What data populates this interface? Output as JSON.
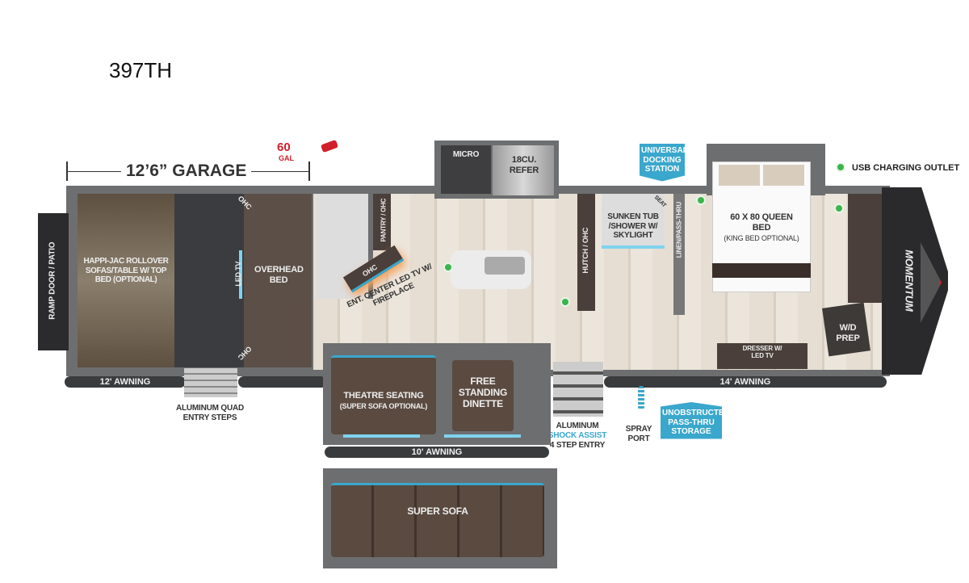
{
  "title": "397TH",
  "dimension": {
    "garage": "12’6” GARAGE",
    "fuel": "60",
    "fuel_unit": "GAL"
  },
  "garage": {
    "ramp": "RAMP DOOR / PATIO",
    "sofas": "HAPPI-JAC ROLLOVER SOFAS/TABLE w/ TOP BED (OPTIONAL)",
    "led_tv": "LED TV",
    "ohc_top": "OHC",
    "ohc_bottom": "OHC",
    "overhead_bed": "OVERHEAD BED"
  },
  "kitchen": {
    "micro": "MICRO",
    "refer": "18CU. REFER",
    "pantry": "PANTRY / OHC",
    "ohc": "OHC",
    "ent_center": "ENT. CENTER LED TV w/ FIREPLACE",
    "hutch": "HUTCH / OHC"
  },
  "bath": {
    "tub": "SUNKEN TUB /SHOWER w/ SKYLIGHT",
    "seat": "SEAT",
    "linen": "LINEN/PASS-THRU"
  },
  "bedroom": {
    "bed": "60 x 80 QUEEN BED",
    "bed_note": "(KING BED OPTIONAL)",
    "dresser": "DRESSER W/ LED TV",
    "wd": "W/D PREP",
    "brand": "MOMENTUM"
  },
  "slides": {
    "theatre": "THEATRE SEATING",
    "theatre_note": "(SUPER SOFA OPTIONAL)",
    "dinette": "FREE STANDING DINETTE",
    "super_sofa": "SUPER SOFA"
  },
  "awnings": {
    "a12": "12' AWNING",
    "a10": "10' AWNING",
    "a14": "14' AWNING"
  },
  "callouts": {
    "steps": "ALUMINUM QUAD ENTRY STEPS",
    "entry_1": "ALUMINUM",
    "entry_2": "SHOCK ASSIST",
    "entry_3": "4 STEP ENTRY",
    "spray": "SPRAY PORT",
    "docking": "UNIVERSAL DOCKING STATION",
    "storage": "UNOBSTRUCTED PASS-THRU STORAGE",
    "usb": "USB CHARGING OUTLET"
  },
  "colors": {
    "accent": "#3aa7cc",
    "usb": "#3cb44b",
    "fuel": "#d0202a"
  }
}
